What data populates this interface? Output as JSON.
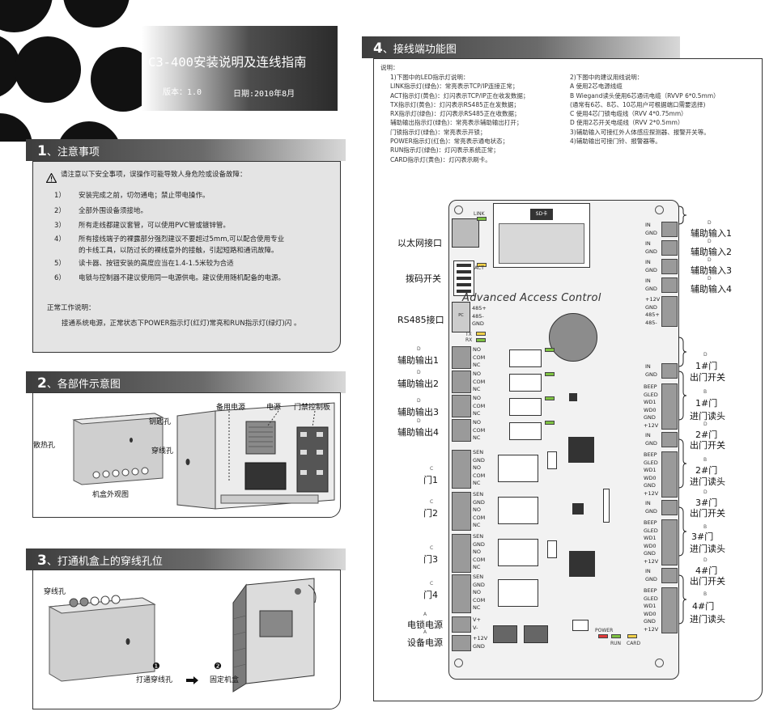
{
  "header": {
    "title": "C3-400安装说明及连线指南",
    "version": "版本：1.0",
    "date": "日期:2010年8月"
  },
  "s1": {
    "num": "1",
    "title": "、注意事项",
    "warning": "请注意以下安全事项，误操作可能导致人身危险或设备故障：",
    "items": [
      {
        "n": "1）",
        "t": "安装完成之前，切勿通电；禁止带电操作。"
      },
      {
        "n": "2）",
        "t": "全部外围设备须接地。"
      },
      {
        "n": "3）",
        "t": "所有走线都建议套管，可以使用PVC管或镀锌管。"
      },
      {
        "n": "4）",
        "t": "所有接线端子的裸露部分强烈建议不要超过5mm,可以配合使用专业"
      },
      {
        "n": "",
        "t": "的卡线工具，以防过长的裸线意外的接触，引起短路和通讯故障。"
      },
      {
        "n": "5）",
        "t": "读卡器、按钮安装的高度应当在1.4-1.5米较为合适"
      },
      {
        "n": "6）",
        "t": "电锁与控制器不建议使用同一电源供电。建议使用随机配备的电源。"
      }
    ],
    "normal_title": "正常工作说明：",
    "normal_text": "接通系统电源，正常状态下POWER指示灯(红灯)常亮和RUN指示灯(绿灯)闪 。"
  },
  "s2": {
    "num": "2",
    "title": "、各部件示意图",
    "labels": {
      "keyhole": "钥匙孔",
      "vent": "散热孔",
      "cable": "穿线孔",
      "case": "机盒外观图",
      "backup": "备用电源",
      "power": "电源",
      "board": "门禁控制板"
    }
  },
  "s3": {
    "num": "3",
    "title": "、打通机盒上的穿线孔位",
    "labels": {
      "cable": "穿线孔",
      "step1": "❶",
      "step2": "❷",
      "open": "打通穿线孔",
      "fix": "固定机盒"
    }
  },
  "s4": {
    "num": "4",
    "title": "、接线端功能图",
    "explain": "说明：",
    "left": [
      "1)下图中的LED指示灯说明：",
      "LINK指示灯(绿色)：常亮表示TCP/IP连接正常；",
      "ACT指示灯(黄色)：灯闪表示TCP/IP正在收发数据；",
      "TX指示灯(黄色)：灯闪表示RS485正在发数据；",
      "RX指示灯(绿色)：灯闪表示RS485正在收数据；",
      "辅助输出指示灯(绿色)：常亮表示辅助输出打开；",
      "门锁指示灯(绿色)：常亮表示开锁；",
      "POWER指示灯(红色)：常亮表示通电状态；",
      "RUN指示灯(绿色)：灯闪表示系统正常；",
      "CARD指示灯(黄色)：灯闪表示刷卡。"
    ],
    "right": [
      "2)下图中的建议用线说明：",
      "A 使用2芯电源线缆",
      "B Wiegand读头使用6芯通讯电缆（RVVP 6*0.5mm）",
      "(通常有6芯、8芯、10芯用户可根据端口需要选择)",
      "C 使用4芯门锁电缆线（RVV 4*0.75mm）",
      "D 使用2芯开关电缆线（RVV 2*0.5mm）",
      "3)辅助输入可接红外人体感应探测器、报警开关等。",
      "4)辅助输出可接门铃、报警器等。"
    ],
    "board_text": "Advanced  Access  Control",
    "sd": "SD卡",
    "left_labels": {
      "ethernet": "以太网接口",
      "dip": "拨码开关",
      "rs485": "RS485接口",
      "aux1": "辅助输出1",
      "aux2": "辅助输出2",
      "aux3": "辅助输出3",
      "aux4": "辅助输出4",
      "door1": "门1",
      "door2": "门2",
      "door3": "门3",
      "door4": "门4",
      "lockpower": "电锁电源",
      "devpower": "设备电源"
    },
    "right_labels": {
      "in1": "辅助输入1",
      "in2": "辅助输入2",
      "in3": "辅助输入3",
      "in4": "辅助输入4",
      "d1exit": "1#门",
      "d1exit2": "出门开关",
      "d1read": "1#门",
      "d1read2": "进门读头",
      "d2exit": "2#门",
      "d2exit2": "出门开关",
      "d2read": "2#门",
      "d2read2": "进门读头",
      "d3exit": "3#门",
      "d3exit2": "出门开关",
      "d3read": "3#门",
      "d3read2": "进门读头",
      "d4exit": "4#门",
      "d4exit2": "出门开关",
      "d4read": "4#门",
      "d4read2": "进门读头"
    },
    "leds": {
      "link": "LINK",
      "act": "ACT",
      "tx": "TX",
      "rx": "RX",
      "power": "POWER",
      "run": "RUN",
      "card": "CARD"
    },
    "tags": {
      "a": "A",
      "b": "B",
      "c": "C",
      "d": "D"
    },
    "term": {
      "no": "NO",
      "com": "COM",
      "nc": "NC",
      "sen": "SEN",
      "gnd": "GND",
      "in": "IN",
      "beep": "BEEP",
      "gled": "GLED",
      "wd0": "WD0",
      "wd1": "WD1",
      "v12": "+12V",
      "vp": "V+",
      "vm": "V-",
      "r485p": "485+",
      "r485m": "485-"
    }
  }
}
